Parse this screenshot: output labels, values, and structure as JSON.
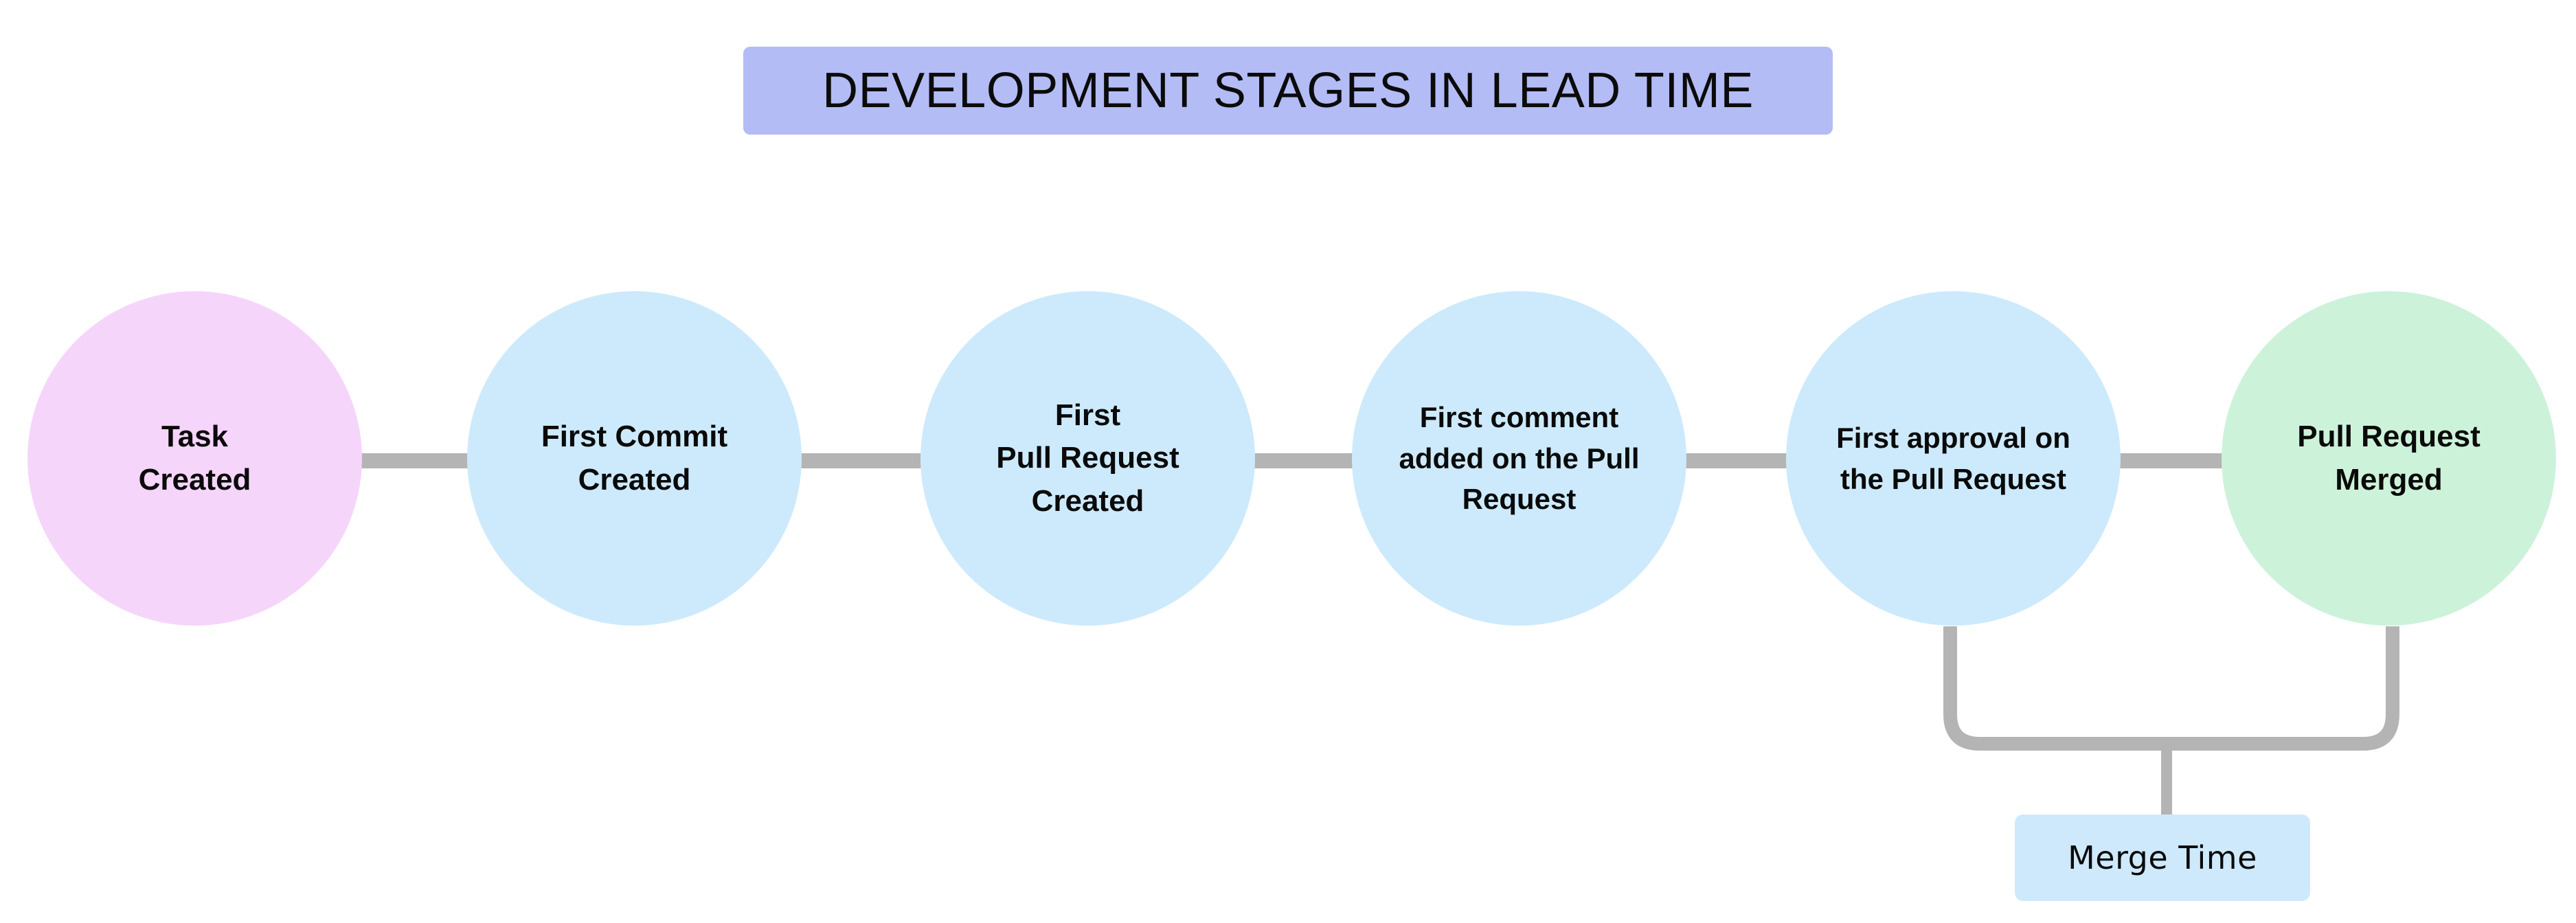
{
  "diagram": {
    "title": "DEVELOPMENT STAGES IN LEAD TIME",
    "title_background": "#b3bcf5",
    "canvas_background": "#ffffff",
    "connector_color": "#b4b4b4",
    "stages": [
      {
        "id": "task-created",
        "label": "Task\nCreated",
        "color": "#f6d5fb",
        "font_size": "44"
      },
      {
        "id": "first-commit-created",
        "label": "First Commit\nCreated",
        "color": "#cdeafc",
        "font_size": "44"
      },
      {
        "id": "first-pull-request-created",
        "label": "First\nPull Request\nCreated",
        "color": "#cdeafc",
        "font_size": "44"
      },
      {
        "id": "first-comment-added",
        "label": "First comment\nadded on the Pull\nRequest",
        "color": "#cdeafc",
        "font_size": "42"
      },
      {
        "id": "first-approval",
        "label": "First approval on\nthe Pull Request",
        "color": "#cdeafc",
        "font_size": "42"
      },
      {
        "id": "pull-request-merged",
        "label": "Pull Request\nMerged",
        "color": "#cdf2da",
        "font_size": "44"
      }
    ],
    "annotation": {
      "id": "merge-time",
      "label": "Merge Time",
      "color": "#cfe9fc",
      "spans_from": "first-approval",
      "spans_to": "pull-request-merged"
    }
  }
}
